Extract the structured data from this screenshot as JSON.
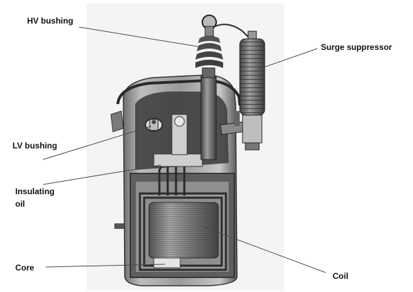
{
  "labels": {
    "hv_bushing": "HV bushing",
    "surge_suppressor": "Surge suppressor",
    "lv_bushing": "LV bushing",
    "insulating_oil_line1": "Insulating",
    "insulating_oil_line2": "oil",
    "core": "Core",
    "coil": "Coil"
  },
  "colors": {
    "line": "#4a4a4a",
    "metal_dark": "#3a3a3a",
    "metal_mid": "#8c8c8c",
    "metal_light": "#cfcfcf",
    "background": "#f4f4f4"
  }
}
